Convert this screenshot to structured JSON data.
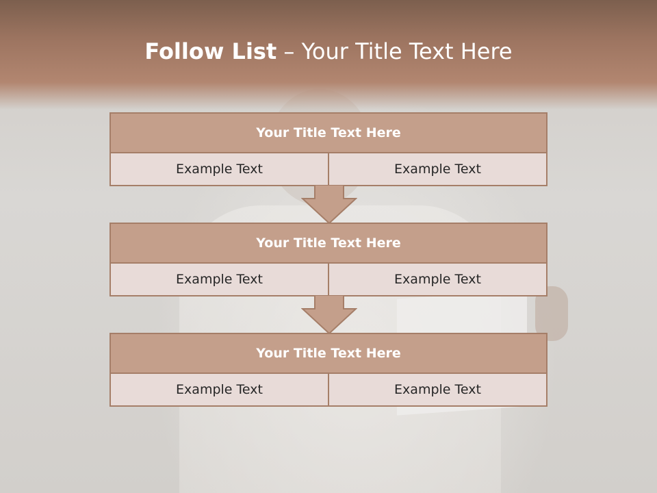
{
  "slide": {
    "title_bold": "Follow List",
    "title_rest": " – Your Title Text Here"
  },
  "blocks": [
    {
      "title": "Your Title Text Here",
      "left": "Example Text",
      "right": "Example Text"
    },
    {
      "title": "Your Title Text Here",
      "left": "Example Text",
      "right": "Example Text"
    },
    {
      "title": "Your Title Text Here",
      "left": "Example Text",
      "right": "Example Text"
    }
  ],
  "colors": {
    "header": "#9c7460",
    "block_title_bg": "#c49f8b",
    "cell_bg": "#e8dbd8",
    "border": "#a57e68"
  }
}
